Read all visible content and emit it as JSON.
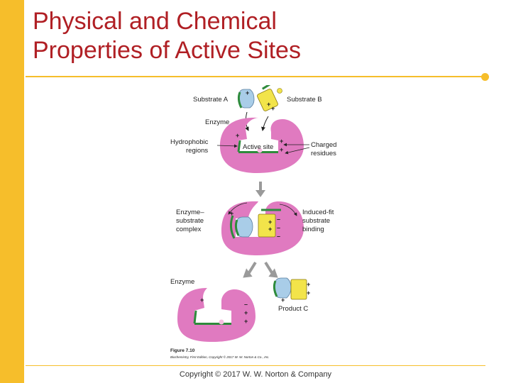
{
  "slide": {
    "title_line1": "Physical and Chemical",
    "title_line2": "Properties of Active Sites",
    "footer": "Copyright © 2017 W. W. Norton & Company"
  },
  "figure": {
    "labels": {
      "substrate_a": "Substrate A",
      "substrate_b": "Substrate B",
      "enzyme_top": "Enzyme",
      "hydrophobic_1": "Hydrophobic",
      "hydrophobic_2": "regions",
      "active_site": "Active site",
      "charged_1": "Charged",
      "charged_2": "residues",
      "complex_1": "Enzyme–",
      "complex_2": "substrate",
      "complex_3": "complex",
      "induced_1": "Induced-fit",
      "induced_2": "substrate",
      "induced_3": "binding",
      "enzyme_bottom": "Enzyme",
      "product_c": "Product C"
    },
    "caption": {
      "number": "Figure 7.10",
      "credit": "Biochemistry, First Edition, Copyright © 2017 W. W. Norton & Co., Inc."
    }
  },
  "colors": {
    "accent_yellow": "#f6be2b",
    "title_red": "#b01f24",
    "enzyme_pink": "#e07ac0",
    "hydrophobic_green": "#2e8b3c",
    "substrate_blue": "#a9cde8",
    "substrate_yellow": "#f2e44a"
  }
}
